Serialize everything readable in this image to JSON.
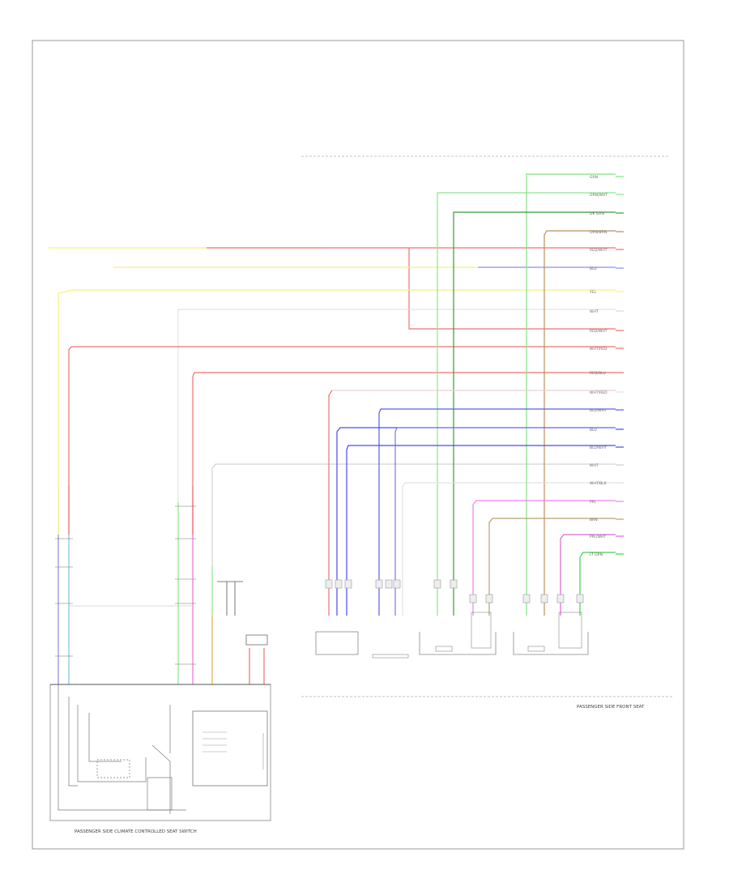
{
  "diagram": {
    "section_caption": "PASSENGER SIDE FRONT SEAT",
    "bottom_caption": "PASSENGER SIDE CLIMATE CONTROLLED SEAT SWITCH",
    "corner_label": "",
    "top_right_note": ""
  },
  "wires": [
    {
      "name": "GRN",
      "color": "#7ee27e",
      "pin": ""
    },
    {
      "name": "GRN/WHT",
      "color": "#8ce68c",
      "pin": ""
    },
    {
      "name": "DK GRN",
      "color": "#3a9a3a",
      "pin": ""
    },
    {
      "name": "ORN/BRN",
      "color": "#b9905a",
      "pin": ""
    },
    {
      "name": "RED/WHT",
      "color": "#f07070",
      "pin": ""
    },
    {
      "name": "BLU",
      "color": "#8c8cf0",
      "pin": ""
    },
    {
      "name": "YEL",
      "color": "#f2f27a",
      "pin": ""
    },
    {
      "name": "WHT",
      "color": "#d8d8d8",
      "pin": ""
    },
    {
      "name": "RED/WHT",
      "color": "#f07070",
      "pin": ""
    },
    {
      "name": "WHT/RED",
      "color": "#f07070",
      "pin": ""
    },
    {
      "name": "RED/BLU",
      "color": "#f07070",
      "pin": ""
    },
    {
      "name": "WHT/RED",
      "color": "#e4e4e4",
      "pin": ""
    },
    {
      "name": "BLU/WHT",
      "color": "#5a5af0",
      "pin": ""
    },
    {
      "name": "BLU",
      "color": "#4a4af0",
      "pin": ""
    },
    {
      "name": "BLU/WHT",
      "color": "#4a4af0",
      "pin": ""
    },
    {
      "name": "WHT",
      "color": "#cccccc",
      "pin": ""
    },
    {
      "name": "WHT/BLK",
      "color": "#dddddd",
      "pin": ""
    },
    {
      "name": "PPL",
      "color": "#ee82ee",
      "pin": ""
    },
    {
      "name": "BRN",
      "color": "#b9a070",
      "pin": ""
    },
    {
      "name": "PPL/WHT",
      "color": "#d46ad4",
      "pin": ""
    },
    {
      "name": "LT GRN",
      "color": "#4ad04a",
      "pin": ""
    }
  ],
  "components": [
    {
      "id": "seat-cushion-heater",
      "label": ""
    },
    {
      "id": "seat-back-heater",
      "label": ""
    },
    {
      "id": "seat-cushion-temp-sensor",
      "label": ""
    },
    {
      "id": "seat-back-temp-sensor",
      "label": ""
    },
    {
      "id": "seat-position-sensor",
      "label": ""
    },
    {
      "id": "passenger-side-ccs-switch",
      "label": ""
    }
  ]
}
